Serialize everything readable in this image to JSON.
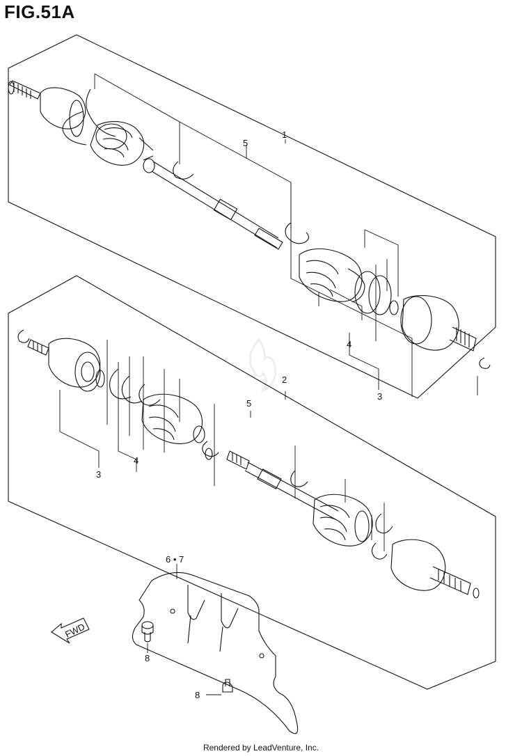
{
  "figure": {
    "title": "FIG.51A",
    "footer": "Rendered by LeadVenture, Inc.",
    "watermark_icon": "flame-logo-icon",
    "fwd_arrow_label": "FWD"
  },
  "callouts": {
    "upper_assembly": "1",
    "upper_shaft": "5",
    "upper_boot_kit": "4",
    "upper_joint_kit": "3",
    "lower_assembly": "2",
    "lower_shaft": "5",
    "lower_joint_kit": "3",
    "lower_boot_kit": "4",
    "guard_parts": "6 • 7",
    "bolt_left": "8",
    "bolt_bottom": "8"
  }
}
